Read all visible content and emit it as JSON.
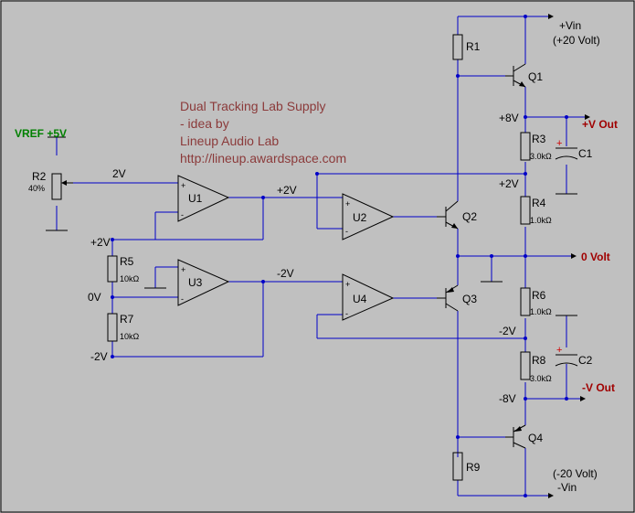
{
  "title": {
    "line1": "Dual Tracking Lab Supply",
    "line2": "- idea by",
    "line3": "Lineup Audio Lab",
    "line4": "http://lineup.awardspace.com"
  },
  "vref": "VREF +5V",
  "components": {
    "R1": "R1",
    "R2": "R2",
    "R2_setting": "40%",
    "R3": "R3",
    "R3_value": "3.0kΩ",
    "R4": "R4",
    "R4_value": "1.0kΩ",
    "R5": "R5",
    "R5_value": "10kΩ",
    "R6": "R6",
    "R6_value": "1.0kΩ",
    "R7": "R7",
    "R7_value": "10kΩ",
    "R8": "R8",
    "R8_value": "3.0kΩ",
    "R9": "R9",
    "C1": "C1",
    "C2": "C2",
    "U1": "U1",
    "U2": "U2",
    "U3": "U3",
    "U4": "U4",
    "Q1": "Q1",
    "Q2": "Q2",
    "Q3": "Q3",
    "Q4": "Q4"
  },
  "nets": {
    "wiper": "2V",
    "u1_out": "+2V",
    "u3_out": "-2V",
    "rail_top": "+2V",
    "rail_mid": "0V",
    "rail_bot": "-2V",
    "node_p8": "+8V",
    "node_p2": "+2V",
    "node_m2": "-2V",
    "node_m8": "-8V"
  },
  "supply": {
    "pos_label": "+Vin",
    "pos_value": "(+20 Volt)",
    "neg_label": "-Vin",
    "neg_value": "(-20 Volt)"
  },
  "outputs": {
    "pos": "+V Out",
    "zero": "0 Volt",
    "neg": "-V Out"
  },
  "opamp_pins": {
    "plus": "+",
    "minus": "-"
  },
  "cap_polarity": "+"
}
